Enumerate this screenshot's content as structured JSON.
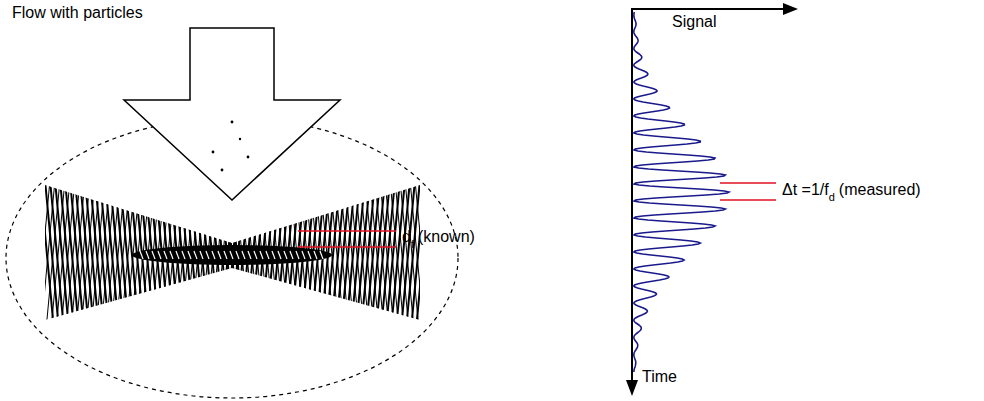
{
  "diagram": {
    "labels": [
      "Flow with particles",
      "d",
      "f",
      "(known)",
      "Signal",
      "Δt =1/f",
      "d",
      "(measured)",
      "Time"
    ]
  }
}
